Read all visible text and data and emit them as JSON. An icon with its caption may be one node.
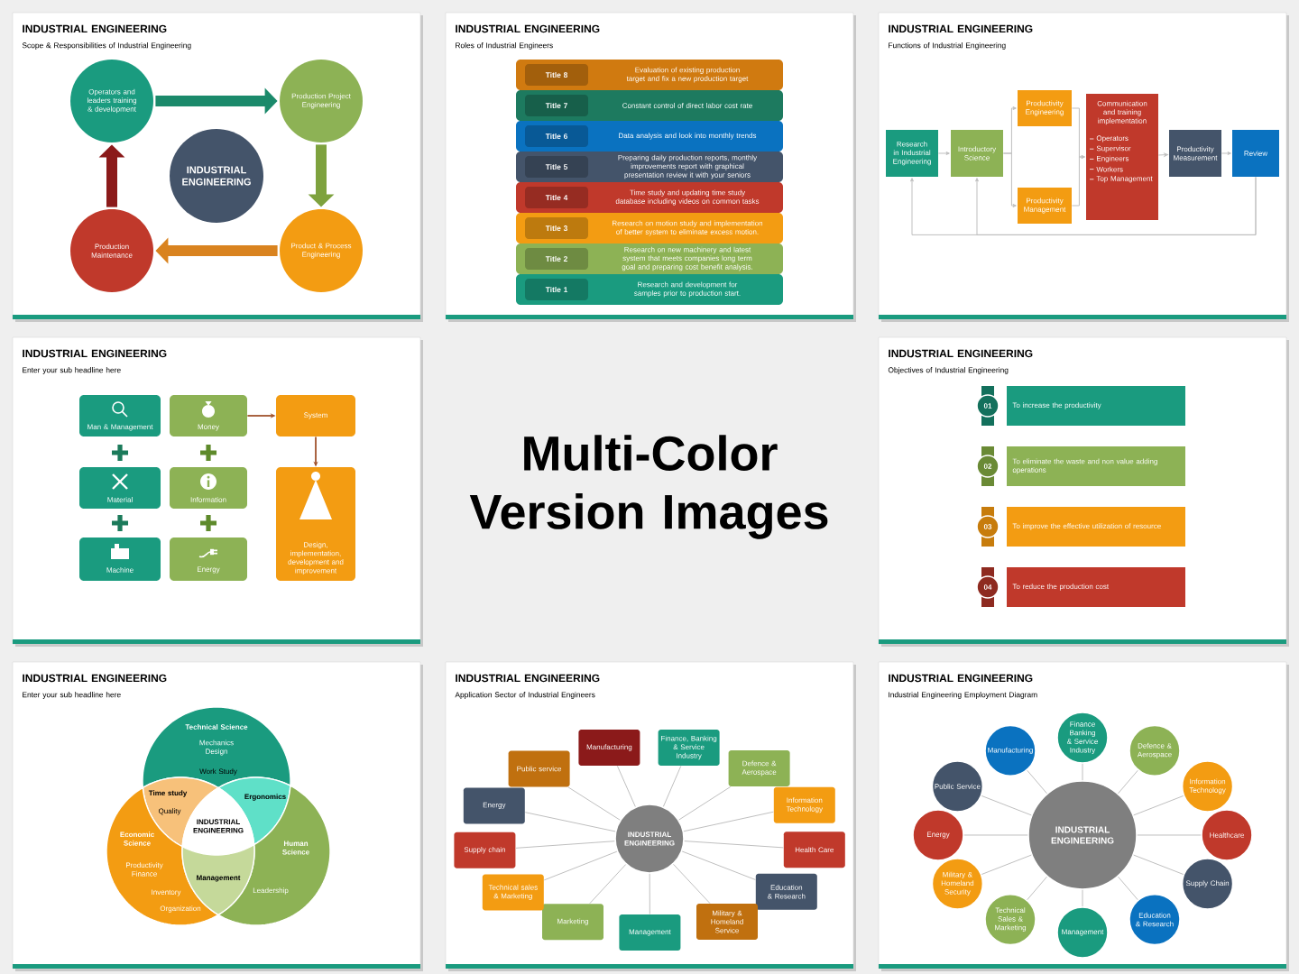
{
  "diagram": {
    "nodes": [
      {
        "text": [
          "INDUSTRIAL ENGINEERING",
          "Scope & Responsibilities of Industrial Engineering"
        ]
      },
      {
        "text": [
          "Operators and leaders training & development"
        ],
        "in": 0
      },
      {
        "text": [
          "Production Project Engineering"
        ],
        "in": 0
      },
      {
        "text": [
          "Product & Process Engineering"
        ],
        "in": 0
      },
      {
        "text": [
          "Production Maintenance"
        ],
        "in": 0
      },
      {
        "text": [
          "INDUSTRIAL ENGINEERING"
        ],
        "in": 0
      },
      {
        "text": [
          "INDUSTRIAL ENGINEERING",
          "Roles of Industrial Engineers"
        ]
      },
      {
        "text": [
          "Title 8",
          "Evaluation of existing production target and fix a new production target"
        ],
        "in": 6
      },
      {
        "text": [
          "Title 7",
          "Constant control of direct labor cost rate"
        ],
        "in": 6
      },
      {
        "text": [
          "Title 6",
          "Data analysis and look into monthly trends"
        ],
        "in": 6
      },
      {
        "text": [
          "Title 5",
          "Preparing daily production reports, monthly improvements report with graphical presentation review it with your seniors"
        ],
        "in": 6
      },
      {
        "text": [
          "Title 4",
          "Time study and updating time study database including videos on common tasks"
        ],
        "in": 6
      },
      {
        "text": [
          "Title 3",
          "Research on motion study and implementation of better system to eliminate excess motion."
        ],
        "in": 6
      },
      {
        "text": [
          "Title 2",
          "Research on new machinery and latest system that meets companies long term goal and preparing cost benefit analysis."
        ],
        "in": 6
      },
      {
        "text": [
          "Title 1",
          "Research and development for samples prior to production start."
        ],
        "in": 6
      },
      {
        "text": [
          "INDUSTRIAL ENGINEERING",
          "Functions of Industrial Engineering"
        ]
      },
      {
        "text": [
          "Research in Industrial Engineering"
        ],
        "in": 15
      },
      {
        "text": [
          "Introductory Science"
        ],
        "in": 15
      },
      {
        "text": [
          "Productivity Engineering"
        ],
        "in": 15
      },
      {
        "text": [
          "Productivity Management"
        ],
        "in": 15
      },
      {
        "text": [
          "Communication and training implementation",
          "Operators",
          "Supervisor",
          "Engineers",
          "Workers",
          "Top Management"
        ],
        "in": 15
      },
      {
        "text": [
          "Productivity Measurement"
        ],
        "in": 15
      },
      {
        "text": [
          "Review"
        ],
        "in": 15
      },
      {
        "text": [
          "INDUSTRIAL ENGINEERING",
          "Enter your sub headline here"
        ]
      },
      {
        "text": [
          "Man & Management"
        ],
        "in": 23
      },
      {
        "text": [
          "Money"
        ],
        "in": 23
      },
      {
        "text": [
          "System"
        ],
        "in": 23
      },
      {
        "text": [
          "Material"
        ],
        "in": 23
      },
      {
        "text": [
          "Information"
        ],
        "in": 23
      },
      {
        "text": [
          "Machine"
        ],
        "in": 23
      },
      {
        "text": [
          "Energy"
        ],
        "in": 23
      },
      {
        "text": [
          "Design, implementation, development and improvement"
        ],
        "in": 23
      },
      {
        "text": [
          "INDUSTRIAL ENGINEERING",
          "Objectives of Industrial Engineering"
        ]
      },
      {
        "text": [
          "01"
        ],
        "in": 32
      },
      {
        "text": [
          "To increase the productivity"
        ],
        "in": 32
      },
      {
        "text": [
          "02"
        ],
        "in": 32
      },
      {
        "text": [
          "To eliminate the waste and non value adding operations"
        ],
        "in": 32
      },
      {
        "text": [
          "03"
        ],
        "in": 32
      },
      {
        "text": [
          "To improve the effective utilization of resource"
        ],
        "in": 32
      },
      {
        "text": [
          "04"
        ],
        "in": 32
      },
      {
        "text": [
          "To reduce the production cost"
        ],
        "in": 32
      },
      {
        "text": [
          "INDUSTRIAL ENGINEERING",
          "Enter your sub headline here"
        ]
      },
      {
        "text": [
          "Technical Science",
          "Mechanics Design"
        ],
        "in": 41
      },
      {
        "text": [
          "Time study",
          "Quality"
        ],
        "in": 41
      },
      {
        "text": [
          "Ergonomics"
        ],
        "in": 41
      },
      {
        "text": [
          "INDUSTRIAL ENGINEERING"
        ],
        "in": 41
      },
      {
        "text": [
          "Economic Science",
          "Productivity Finance",
          "Inventory",
          "Organization"
        ],
        "in": 41
      },
      {
        "text": [
          "Human Science",
          "Leadership"
        ],
        "in": 41
      },
      {
        "text": [
          "Management"
        ],
        "in": 41
      },
      {
        "text": [
          "INDUSTRIAL ENGINEERING",
          "Application Sector of Industrial Engineers"
        ]
      },
      {
        "text": [
          "INDUSTRIAL ENGINEERING"
        ],
        "in": 49
      },
      {
        "text": [
          "Manufacturing"
        ],
        "in": 49
      },
      {
        "text": [
          "Finance, Banking & Service Industry"
        ],
        "in": 49
      },
      {
        "text": [
          "Defence & Aerospace"
        ],
        "in": 49
      },
      {
        "text": [
          "Information Technology"
        ],
        "in": 49
      },
      {
        "text": [
          "Health Care"
        ],
        "in": 49
      },
      {
        "text": [
          "Education & Research"
        ],
        "in": 49
      },
      {
        "text": [
          "Military & Homeland Service"
        ],
        "in": 49
      },
      {
        "text": [
          "Management"
        ],
        "in": 49
      },
      {
        "text": [
          "Marketing"
        ],
        "in": 49
      },
      {
        "text": [
          "Technical sales & Marketing"
        ],
        "in": 49
      },
      {
        "text": [
          "Supply chain"
        ],
        "in": 49
      },
      {
        "text": [
          "Energy"
        ],
        "in": 49
      },
      {
        "text": [
          "Public service"
        ],
        "in": 49
      },
      {
        "text": [
          "INDUSTRIAL ENGINEERING",
          "Industrial Engineering Employment Diagram"
        ]
      },
      {
        "text": [
          "INDUSTRIAL ENGINEERING"
        ],
        "in": 64
      },
      {
        "text": [
          "Finance Banking & Service Industry"
        ],
        "in": 64
      },
      {
        "text": [
          "Defence & Aerospace"
        ],
        "in": 64
      },
      {
        "text": [
          "Information Technology"
        ],
        "in": 64
      },
      {
        "text": [
          "Healthcare"
        ],
        "in": 64
      },
      {
        "text": [
          "Supply Chain"
        ],
        "in": 64
      },
      {
        "text": [
          "Education & Research"
        ],
        "in": 64
      },
      {
        "text": [
          "Management"
        ],
        "in": 64
      },
      {
        "text": [
          "Technical Sales & Marketing"
        ],
        "in": 64
      },
      {
        "text": [
          "Military & Homeland Security"
        ],
        "in": 64
      },
      {
        "text": [
          "Energy"
        ],
        "in": 64
      },
      {
        "text": [
          "Public Service"
        ],
        "in": 64
      },
      {
        "text": [
          "Manufacturing"
        ],
        "in": 64
      }
    ],
    "edges": [
      {
        "from": 1,
        "to": 2,
        "arrow": "to",
        "style": "thick",
        "color": "#1b8a6b"
      },
      {
        "from": 2,
        "to": 3,
        "arrow": "to",
        "style": "thick",
        "color": "#7ea23e"
      },
      {
        "from": 3,
        "to": 4,
        "arrow": "to",
        "style": "thick",
        "color": "#d9831f"
      },
      {
        "from": 4,
        "to": 1,
        "arrow": "to",
        "style": "thick",
        "color": "#8b1a1a"
      },
      {
        "from": 16,
        "to": 17,
        "arrow": "to"
      },
      {
        "from": 17,
        "to": 18,
        "arrow": "to"
      },
      {
        "from": 17,
        "to": 19,
        "arrow": "to"
      },
      {
        "from": 18,
        "to": 20,
        "arrow": "to"
      },
      {
        "from": 19,
        "to": 20,
        "arrow": "to"
      },
      {
        "from": 20,
        "to": 21,
        "arrow": "to"
      },
      {
        "from": 21,
        "to": 22,
        "arrow": "to"
      },
      {
        "from": 22,
        "to": 16,
        "arrow": "to"
      },
      {
        "from": 22,
        "to": 17,
        "arrow": "to"
      },
      {
        "from": 25,
        "to": 26,
        "arrow": "to",
        "color": "#a0522d"
      },
      {
        "from": 26,
        "to": 31,
        "arrow": "to",
        "color": "#a0522d"
      },
      {
        "from": 50,
        "to": 51,
        "arrow": "none"
      },
      {
        "from": 50,
        "to": 52,
        "arrow": "none"
      },
      {
        "from": 50,
        "to": 53,
        "arrow": "none"
      },
      {
        "from": 50,
        "to": 54,
        "arrow": "none"
      },
      {
        "from": 50,
        "to": 55,
        "arrow": "none"
      },
      {
        "from": 50,
        "to": 56,
        "arrow": "none"
      },
      {
        "from": 50,
        "to": 57,
        "arrow": "none"
      },
      {
        "from": 50,
        "to": 58,
        "arrow": "none"
      },
      {
        "from": 50,
        "to": 59,
        "arrow": "none"
      },
      {
        "from": 50,
        "to": 60,
        "arrow": "none"
      },
      {
        "from": 50,
        "to": 61,
        "arrow": "none"
      },
      {
        "from": 50,
        "to": 62,
        "arrow": "none"
      },
      {
        "from": 50,
        "to": 63,
        "arrow": "none"
      },
      {
        "from": 65,
        "to": 66,
        "arrow": "none"
      },
      {
        "from": 65,
        "to": 67,
        "arrow": "none"
      },
      {
        "from": 65,
        "to": 68,
        "arrow": "none"
      },
      {
        "from": 65,
        "to": 69,
        "arrow": "none"
      },
      {
        "from": 65,
        "to": 70,
        "arrow": "none"
      },
      {
        "from": 65,
        "to": 71,
        "arrow": "none"
      },
      {
        "from": 65,
        "to": 72,
        "arrow": "none"
      },
      {
        "from": 65,
        "to": 73,
        "arrow": "none"
      },
      {
        "from": 65,
        "to": 74,
        "arrow": "none"
      },
      {
        "from": 65,
        "to": 75,
        "arrow": "none"
      },
      {
        "from": 65,
        "to": 76,
        "arrow": "none"
      },
      {
        "from": 65,
        "to": 77,
        "arrow": "none"
      }
    ],
    "labels": [
      "Multi-Color Version Images",
      "Work Study"
    ]
  }
}
